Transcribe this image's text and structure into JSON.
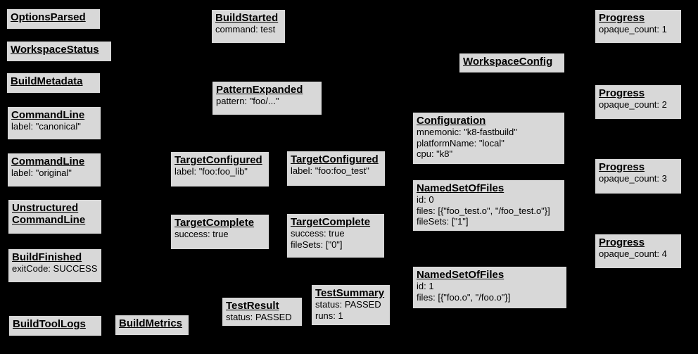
{
  "colors": {
    "background": "#000000",
    "node_fill": "#d8d8d8",
    "node_border": "#000000",
    "text": "#000000"
  },
  "nodes": [
    {
      "title": "OptionsParsed",
      "lines": []
    },
    {
      "title": "WorkspaceStatus",
      "lines": []
    },
    {
      "title": "BuildMetadata",
      "lines": []
    },
    {
      "title": "CommandLine",
      "lines": [
        "label: \"canonical\""
      ]
    },
    {
      "title": "CommandLine",
      "lines": [
        "label: \"original\""
      ]
    },
    {
      "title": "Unstructured\nCommandLine",
      "lines": []
    },
    {
      "title": "BuildFinished",
      "lines": [
        "exitCode: SUCCESS"
      ]
    },
    {
      "title": "BuildToolLogs",
      "lines": []
    },
    {
      "title": "BuildMetrics",
      "lines": []
    },
    {
      "title": "BuildStarted",
      "lines": [
        "command: test"
      ]
    },
    {
      "title": "PatternExpanded",
      "lines": [
        "pattern: \"foo/...\""
      ]
    },
    {
      "title": "TargetConfigured",
      "lines": [
        "label: \"foo:foo_lib\""
      ]
    },
    {
      "title": "TargetConfigured",
      "lines": [
        "label: \"foo:foo_test\""
      ]
    },
    {
      "title": "TargetComplete",
      "lines": [
        "success: true"
      ]
    },
    {
      "title": "TargetComplete",
      "lines": [
        "success: true",
        "fileSets: [\"0\"]"
      ]
    },
    {
      "title": "TestResult",
      "lines": [
        "status: PASSED"
      ]
    },
    {
      "title": "TestSummary",
      "lines": [
        "status: PASSED",
        "runs: 1"
      ]
    },
    {
      "title": "WorkspaceConfig",
      "lines": []
    },
    {
      "title": "Configuration",
      "lines": [
        "mnemonic: \"k8-fastbuild\"",
        "platformName: \"local\"",
        "cpu: \"k8\""
      ]
    },
    {
      "title": "NamedSetOfFiles",
      "lines": [
        "id: 0",
        "files: [{\"foo_test.o\", \"/foo_test.o\"}]",
        "fileSets: [\"1\"]"
      ]
    },
    {
      "title": "NamedSetOfFiles",
      "lines": [
        "id: 1",
        "files: [{\"foo.o\", \"/foo.o\"}]"
      ]
    },
    {
      "title": "Progress",
      "lines": [
        "opaque_count: 1"
      ]
    },
    {
      "title": "Progress",
      "lines": [
        "opaque_count: 2"
      ]
    },
    {
      "title": "Progress",
      "lines": [
        "opaque_count: 3"
      ]
    },
    {
      "title": "Progress",
      "lines": [
        "opaque_count: 4"
      ]
    }
  ]
}
